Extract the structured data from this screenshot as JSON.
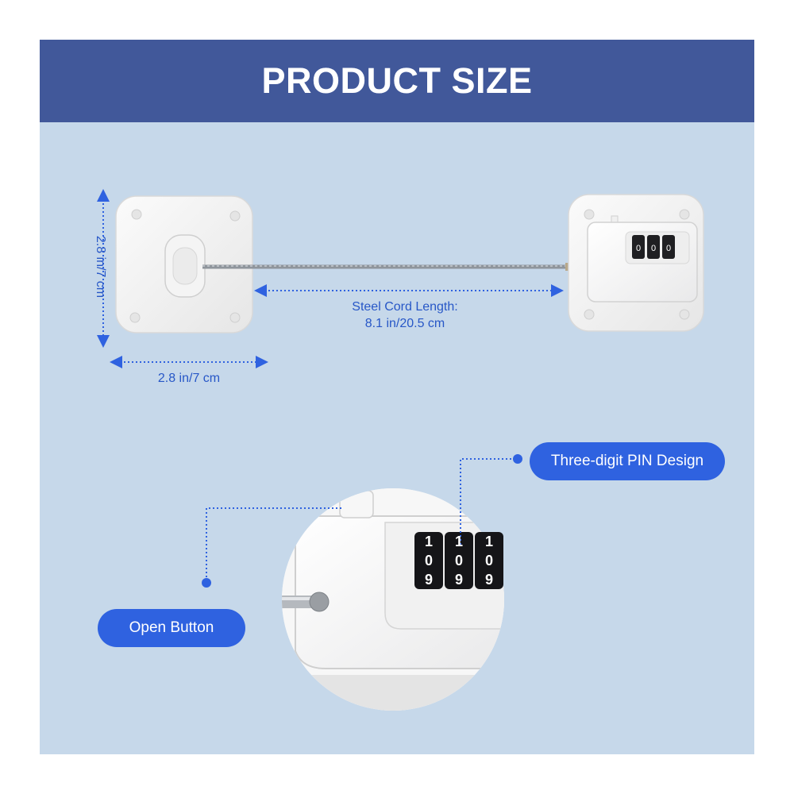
{
  "header": {
    "title": "PRODUCT SIZE"
  },
  "dimensions": {
    "height_label": "2.8 in/7 cm",
    "width_label": "2.8 in/7 cm",
    "cord_label_line1": "Steel Cord Length:",
    "cord_label_line2": "8.1 in/20.5 cm"
  },
  "callouts": {
    "pin_design": "Three-digit PIN Design",
    "open_button": "Open Button"
  },
  "lock_dials": {
    "top": [
      "1",
      "1",
      "1"
    ],
    "middle": [
      "0",
      "0",
      "0"
    ],
    "bottom": [
      "9",
      "9",
      "9"
    ]
  },
  "colors": {
    "header_bg": "#41589a",
    "panel_bg": "#c6d8ea",
    "accent_blue": "#2f62e0",
    "dimension_text": "#2757c7"
  }
}
